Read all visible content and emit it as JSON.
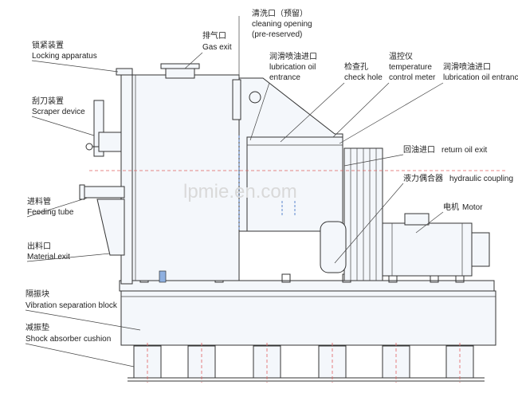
{
  "labels": {
    "locking_apparatus": {
      "cn": "锁紧装置",
      "en": "Locking apparatus"
    },
    "scraper_device": {
      "cn": "刮刀装置",
      "en": "Scraper device"
    },
    "feeding_tube": {
      "cn": "进料管",
      "en": "Feeding tube"
    },
    "material_exit": {
      "cn": "出料口",
      "en": "Material exit"
    },
    "vibration_block": {
      "cn": "隔振块",
      "en": "Vibration separation block"
    },
    "shock_absorber": {
      "cn": "减振垫",
      "en": "Shock absorber cushion"
    },
    "gas_exit": {
      "cn": "排气口",
      "en": "Gas exit"
    },
    "cleaning_opening": {
      "cn": "清洗口（预留）",
      "en1": "cleaning opening",
      "en2": "(pre-reserved)"
    },
    "lubrication_oil_entrance_1": {
      "cn": "润滑喷油进口",
      "en1": "lubrication oil",
      "en2": "entrance"
    },
    "check_hole": {
      "cn": "检查孔",
      "en": "check hole"
    },
    "temperature_control_meter": {
      "cn": "温控仪",
      "en1": "temperature",
      "en2": "control meter"
    },
    "lubrication_oil_entrance_2": {
      "cn": "润滑喷油进口",
      "en": "lubrication oil entrance"
    },
    "return_oil_exit": {
      "cn": "回油进口",
      "en": "return oil exit"
    },
    "hydraulic_coupling": {
      "cn": "液力偶合器",
      "en": "hydraulic coupling"
    },
    "motor": {
      "cn": "电机",
      "en": "Motor"
    }
  },
  "watermark": "lpmie.en.com"
}
